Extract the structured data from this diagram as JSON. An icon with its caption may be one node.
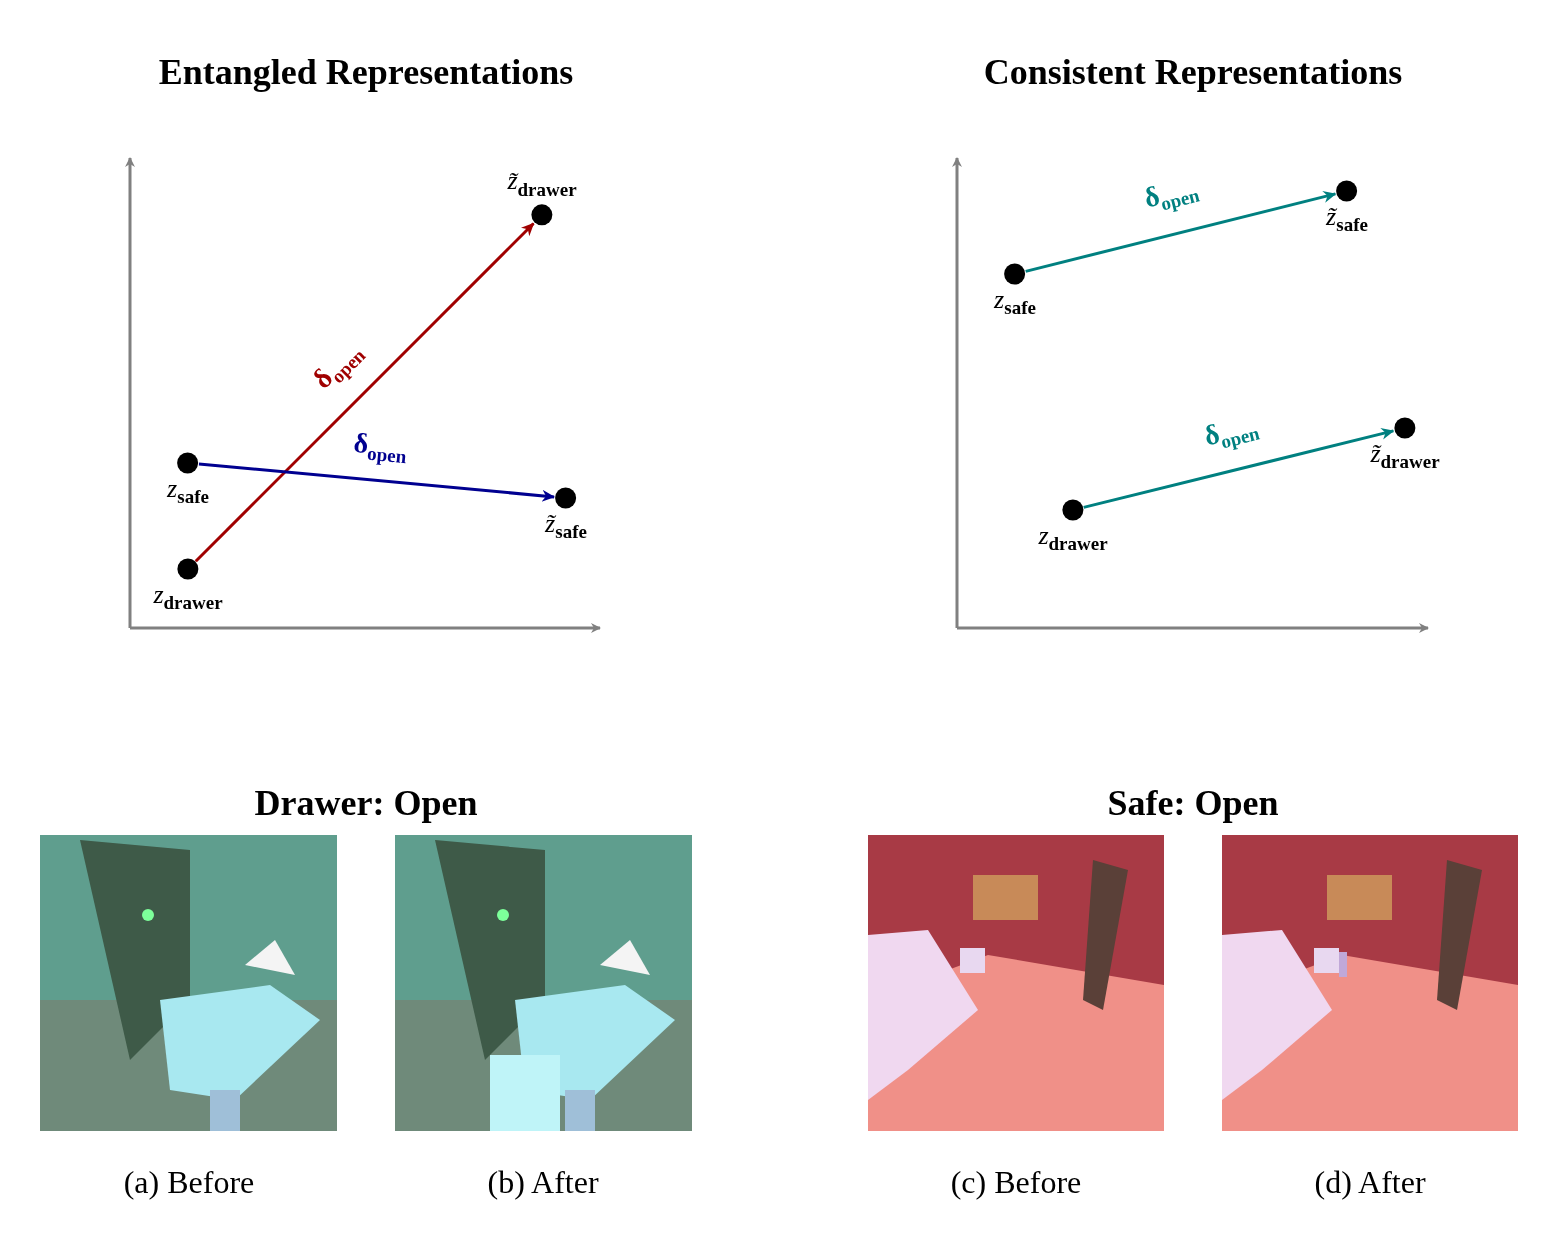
{
  "diagram": {
    "nodes": [
      {
        "text": [
          "*z̃*$_{drawer}$"
        ]
      },
      {
        "text": [
          "*z*$_{safe}$"
        ]
      },
      {
        "text": [
          "*z̃*$_{safe}$"
        ]
      },
      {
        "text": [
          "*z*$_{drawer}$"
        ]
      },
      {
        "text": [
          "*z̃*$_{safe}$"
        ]
      },
      {
        "text": [
          "*z*$_{safe}$"
        ]
      },
      {
        "text": [
          "*z̃*$_{drawer}$"
        ]
      },
      {
        "text": [
          "*z*$_{drawer}$"
        ]
      }
    ],
    "edges": [
      {
        "from": 3,
        "to": 0,
        "arrow": "to",
        "label": "δ$_{open}$",
        "color": "#a00000"
      },
      {
        "from": 1,
        "to": 2,
        "arrow": "to",
        "label": "δ$_{open}$",
        "color": "#000090"
      },
      {
        "from": 5,
        "to": 4,
        "arrow": "to",
        "label": "δ$_{open}$"
      },
      {
        "from": 7,
        "to": 6,
        "arrow": "to",
        "label": "δ$_{open}$"
      }
    ],
    "labels": [
      "Entangled Representations",
      "Consistent Representations",
      "Drawer: Open",
      "Safe: Open",
      "(a) Before",
      "(b) After",
      "(c) Before",
      "(d) After"
    ]
  }
}
